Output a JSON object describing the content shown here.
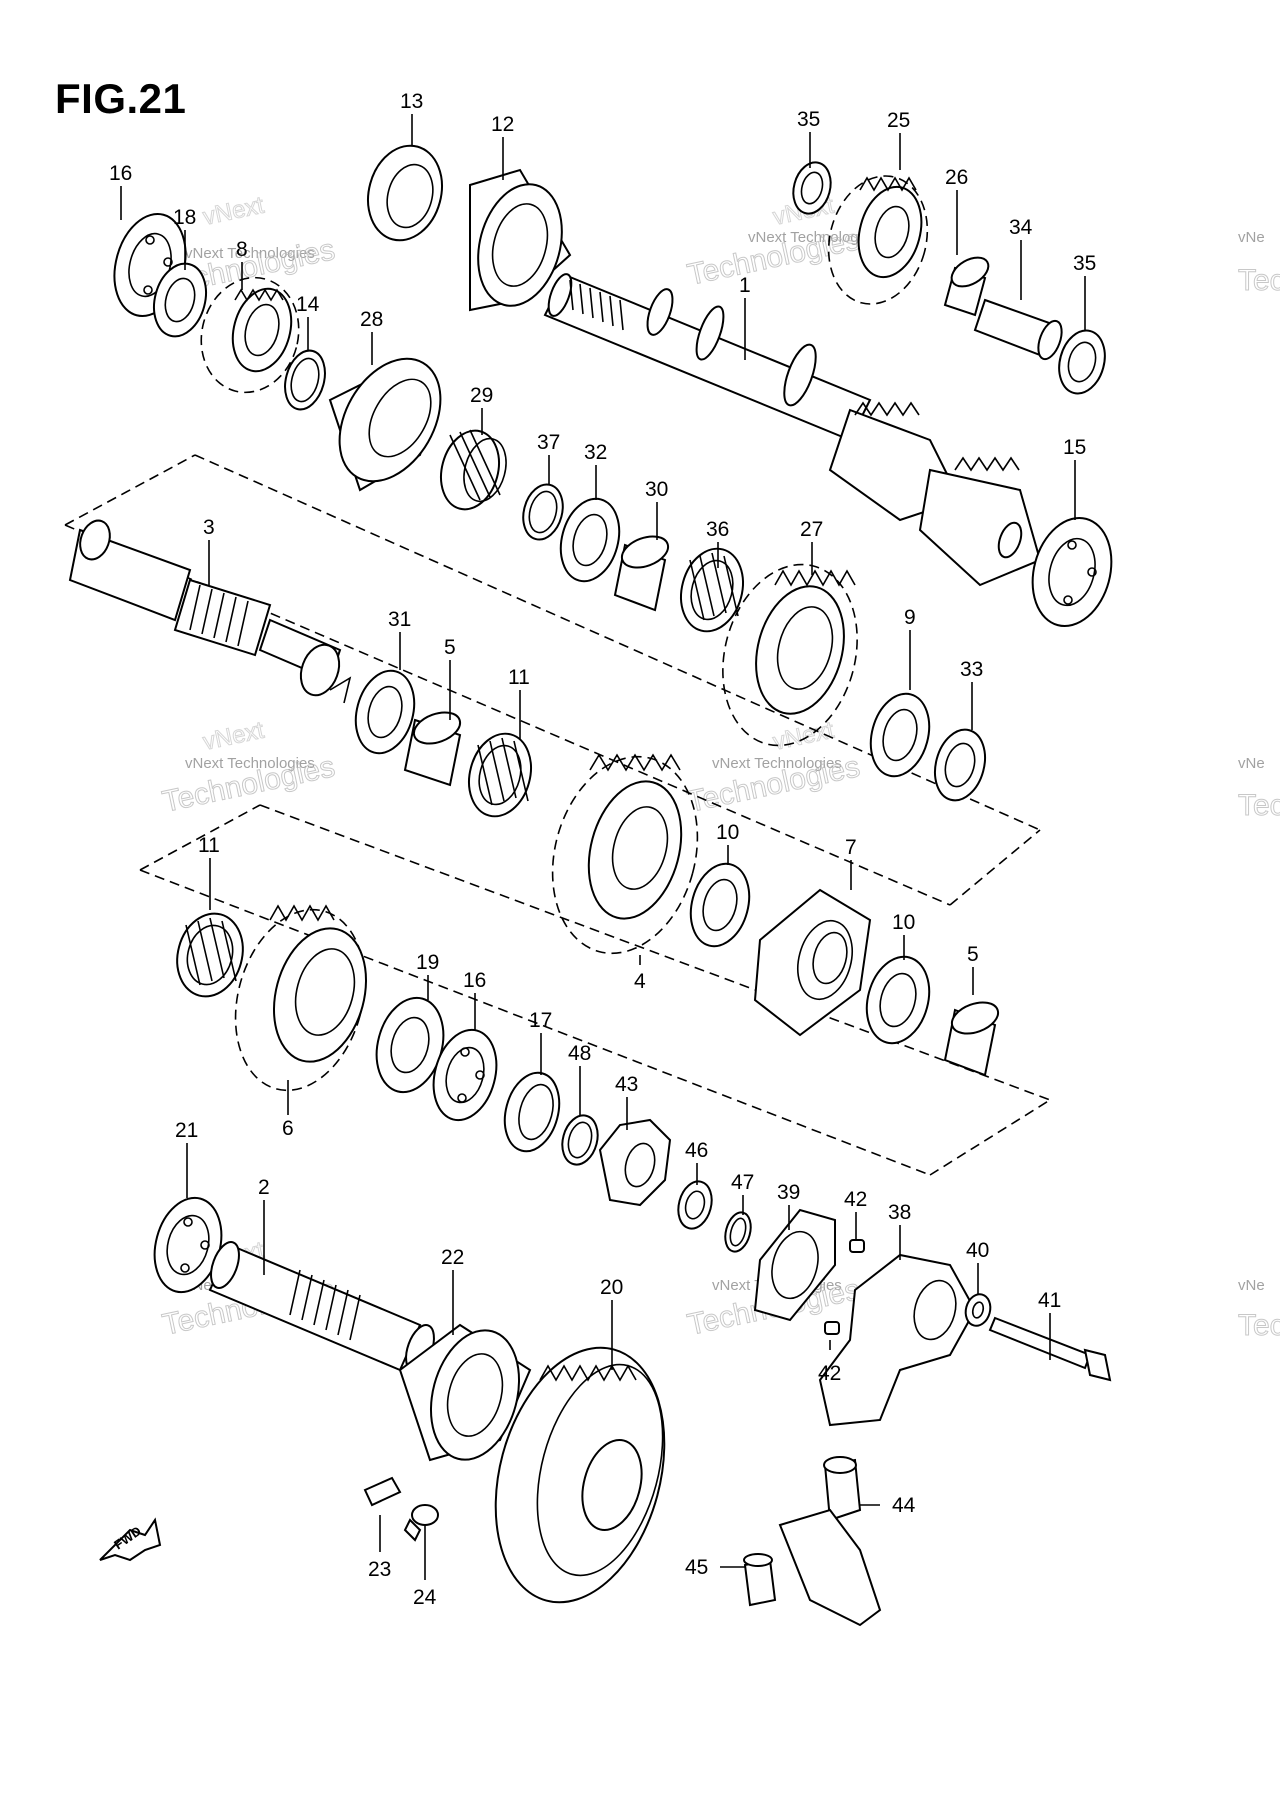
{
  "figure": {
    "title": "FIG.21"
  },
  "watermark": {
    "line1": "vNext Technologies",
    "line2": "vNext",
    "line3": "Technologies",
    "partial1": "vNe",
    "partial2": "Tec"
  },
  "fwd_label": "FWD",
  "labels": [
    {
      "id": "p13",
      "text": "13"
    },
    {
      "id": "p12",
      "text": "12"
    },
    {
      "id": "p35a",
      "text": "35"
    },
    {
      "id": "p25",
      "text": "25"
    },
    {
      "id": "p16a",
      "text": "16"
    },
    {
      "id": "p18",
      "text": "18"
    },
    {
      "id": "p8",
      "text": "8"
    },
    {
      "id": "p14",
      "text": "14"
    },
    {
      "id": "p28",
      "text": "28"
    },
    {
      "id": "p29",
      "text": "29"
    },
    {
      "id": "p26",
      "text": "26"
    },
    {
      "id": "p34",
      "text": "34"
    },
    {
      "id": "p35b",
      "text": "35"
    },
    {
      "id": "p1",
      "text": "1"
    },
    {
      "id": "p37",
      "text": "37"
    },
    {
      "id": "p32",
      "text": "32"
    },
    {
      "id": "p30",
      "text": "30"
    },
    {
      "id": "p36",
      "text": "36"
    },
    {
      "id": "p27",
      "text": "27"
    },
    {
      "id": "p15",
      "text": "15"
    },
    {
      "id": "p3",
      "text": "3"
    },
    {
      "id": "p31",
      "text": "31"
    },
    {
      "id": "p5a",
      "text": "5"
    },
    {
      "id": "p11a",
      "text": "11"
    },
    {
      "id": "p9",
      "text": "9"
    },
    {
      "id": "p33",
      "text": "33"
    },
    {
      "id": "p11b",
      "text": "11"
    },
    {
      "id": "p10a",
      "text": "10"
    },
    {
      "id": "p7",
      "text": "7"
    },
    {
      "id": "p4",
      "text": "4"
    },
    {
      "id": "p19",
      "text": "19"
    },
    {
      "id": "p16b",
      "text": "16"
    },
    {
      "id": "p10b",
      "text": "10"
    },
    {
      "id": "p5b",
      "text": "5"
    },
    {
      "id": "p17",
      "text": "17"
    },
    {
      "id": "p48",
      "text": "48"
    },
    {
      "id": "p43",
      "text": "43"
    },
    {
      "id": "p6",
      "text": "6"
    },
    {
      "id": "p21",
      "text": "21"
    },
    {
      "id": "p2",
      "text": "2"
    },
    {
      "id": "p46",
      "text": "46"
    },
    {
      "id": "p47",
      "text": "47"
    },
    {
      "id": "p39",
      "text": "39"
    },
    {
      "id": "p42a",
      "text": "42"
    },
    {
      "id": "p38",
      "text": "38"
    },
    {
      "id": "p40",
      "text": "40"
    },
    {
      "id": "p41",
      "text": "41"
    },
    {
      "id": "p22",
      "text": "22"
    },
    {
      "id": "p20",
      "text": "20"
    },
    {
      "id": "p42b",
      "text": "42"
    },
    {
      "id": "p44",
      "text": "44"
    },
    {
      "id": "p45",
      "text": "45"
    },
    {
      "id": "p23",
      "text": "23"
    },
    {
      "id": "p24",
      "text": "24"
    }
  ]
}
